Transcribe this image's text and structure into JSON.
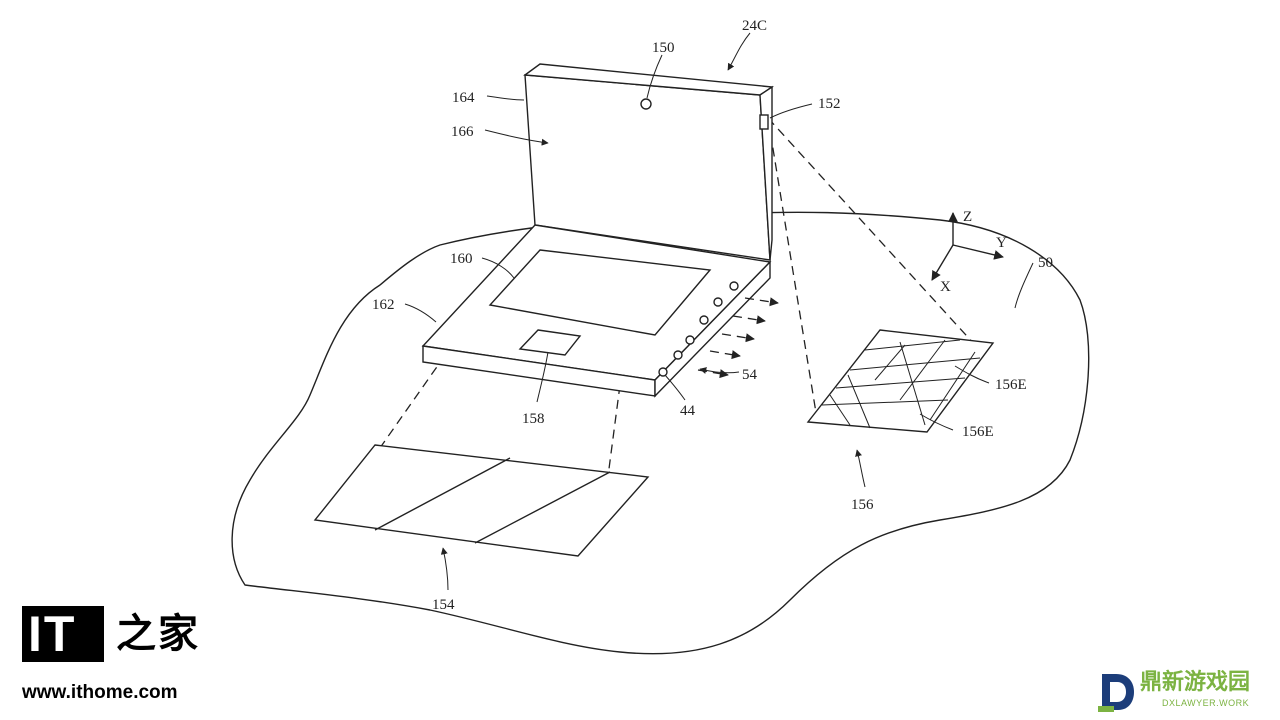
{
  "labels": {
    "device": "24C",
    "camera_top": "150",
    "camera_side": "152",
    "lid_edge": "164",
    "lid_face": "166",
    "screen": "160",
    "base": "162",
    "touchpad": "158",
    "side_ports": "44",
    "side_emission": "54",
    "surface": "50",
    "projection_left": "154",
    "projection_right": "156",
    "element_a": "156E",
    "element_b": "156E",
    "axis_z": "Z",
    "axis_y": "Y",
    "axis_x": "X"
  },
  "watermarks": {
    "ithome_logo": "IT",
    "ithome_cn": "之家",
    "ithome_url": "www.ithome.com",
    "dx_cn": "鼎新游戏园",
    "dx_en": "DXLAWYER.WORK"
  },
  "colors": {
    "line": "#222222",
    "dx_green": "#7cb342"
  }
}
